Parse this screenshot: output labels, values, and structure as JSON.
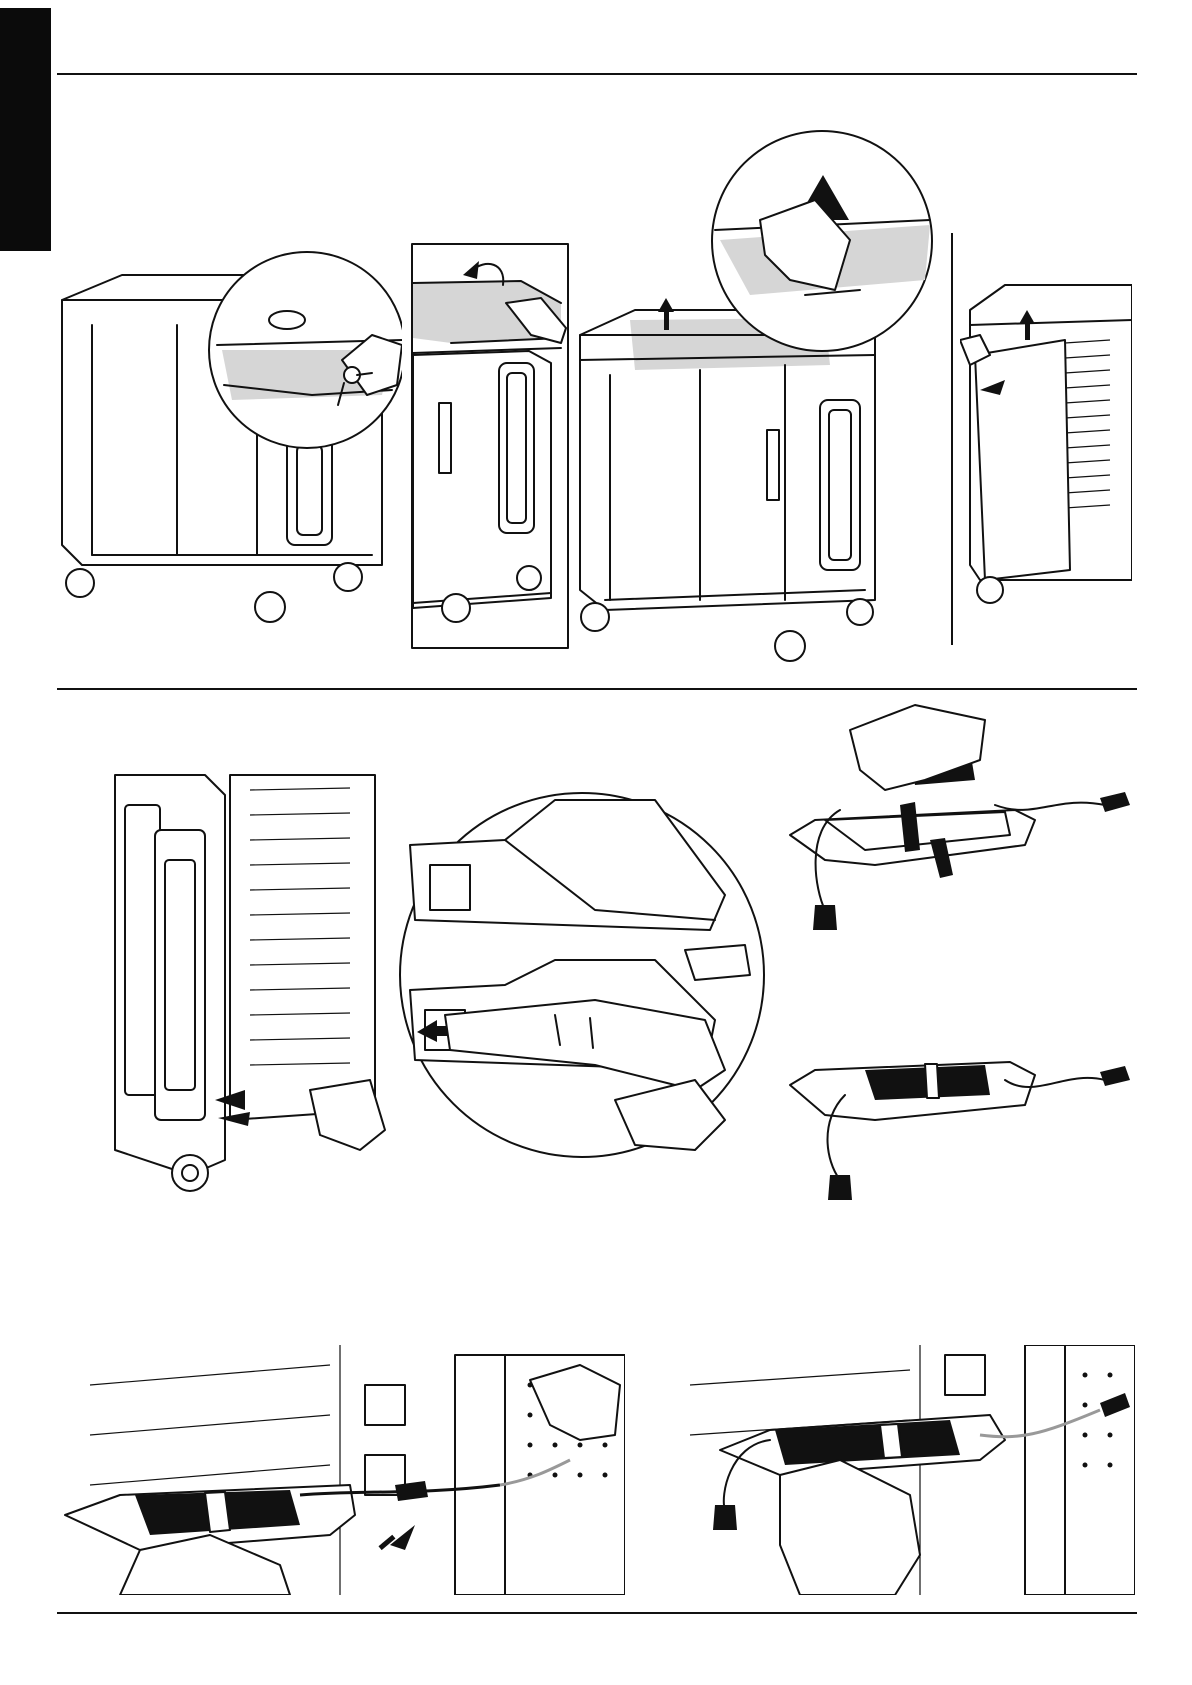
{
  "icons": [
    "cart-key-lock",
    "lid-lift-up",
    "door-removal",
    "shelf-tray-release",
    "power-adapter-tray",
    "adapter-connect"
  ],
  "colors": {
    "ink": "#111111",
    "tab": "#0b0b0b",
    "fill": "#d6d6d6",
    "paper": "#ffffff"
  }
}
